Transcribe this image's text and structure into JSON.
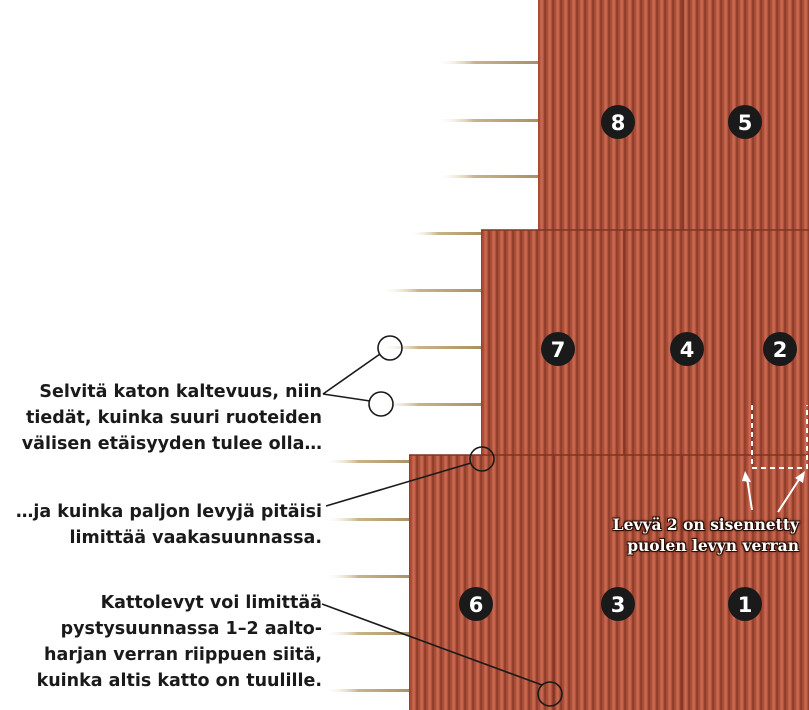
{
  "colors": {
    "sheet_base": "#b5533d",
    "sheet_light": "#c86a52",
    "sheet_dark": "#93402d",
    "batten": "#b39a70",
    "badge": "#1a1a1a",
    "badge_text": "#ffffff",
    "callout_line": "#1a1a1a"
  },
  "sheet_labels": {
    "s8": "8",
    "s5": "5",
    "s7": "7",
    "s4": "4",
    "s2": "2",
    "s6": "6",
    "s3": "3",
    "s1": "1"
  },
  "callouts": {
    "slope": {
      "line1": "Selvitä katon kaltevuus, niin",
      "line2": "tiedät, kuinka suuri ruoteiden",
      "line3": "välisen etäisyyden tulee olla…"
    },
    "overlap_horizontal": {
      "line1": "…ja kuinka paljon levyjä pitäisi",
      "line2": "limittää vaakasuunnassa."
    },
    "overlap_vertical": {
      "line1": "Kattolevyt voi limittää",
      "line2": "pystysuunnassa 1–2 aalto-",
      "line3": "harjan verran riippuen siitä,",
      "line4": "kuinka altis katto on tuulille."
    },
    "offset_note": {
      "line1": "Levyä 2 on sisennetty",
      "line2": "puolen levyn verran"
    }
  }
}
